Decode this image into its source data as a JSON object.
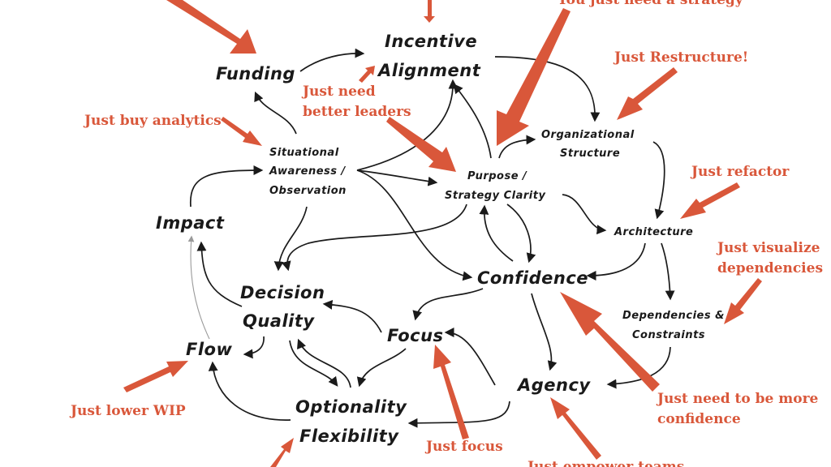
{
  "nodes": {
    "funding": "Funding",
    "incentive_1": "Incentive",
    "incentive_2": "Alignment",
    "org_1": "Organizational",
    "org_2": "Structure",
    "situational_1": "Situational",
    "situational_2": "Awareness /",
    "situational_3": "Observation",
    "purpose_1": "Purpose /",
    "purpose_2": "Strategy Clarity",
    "impact": "Impact",
    "architecture": "Architecture",
    "confidence": "Confidence",
    "decision_1": "Decision",
    "decision_2": "Quality",
    "focus": "Focus",
    "deps_1": "Dependencies &",
    "deps_2": "Constraints",
    "flow": "Flow",
    "agency": "Agency",
    "optionality_1": "Optionality",
    "optionality_2": "Flexibility"
  },
  "annotations": {
    "strategy": "You just need a strategy",
    "restructure": "Just Restructure!",
    "leaders_1": "Just need",
    "leaders_2": "better leaders",
    "analytics": "Just buy analytics",
    "refactor": "Just refactor",
    "visualize_1": "Just visualize",
    "visualize_2": "dependencies",
    "confident_1": "Just need to be more",
    "confident_2": "confidence",
    "lower_wip": "Just lower WIP",
    "focus": "Just focus",
    "empower": "Just empower teams"
  },
  "colors": {
    "ink": "#1a1a1a",
    "accent": "#d9573a",
    "faint_edge": "#9a9a9a",
    "background": "#ffffff"
  }
}
